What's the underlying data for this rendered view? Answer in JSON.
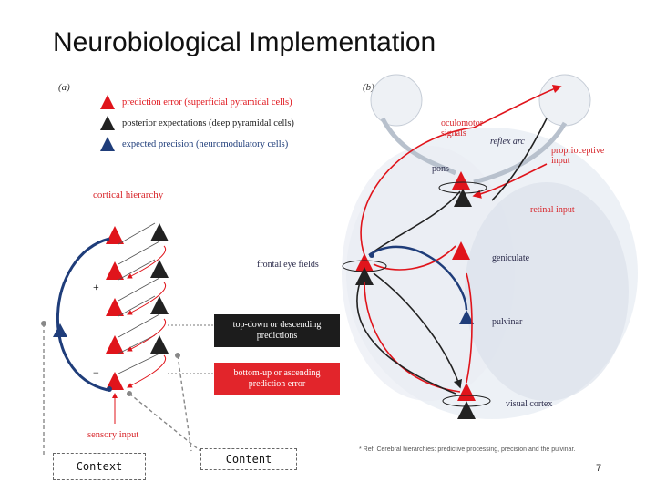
{
  "title": "Neurobiological Implementation",
  "panel_a_label": "(a)",
  "panel_b_label": "(b)",
  "legend": [
    {
      "label": "prediction error (superficial pyramidal cells)",
      "color": "#e0141b"
    },
    {
      "label": "posterior expectations (deep pyramidal cells)",
      "color": "#222222"
    },
    {
      "label": "expected precision (neuromodulatory cells)",
      "color": "#1f3d7a"
    }
  ],
  "cortical_hierarchy_label": "cortical hierarchy",
  "sensory_input_label": "sensory input",
  "plus_sign": "+",
  "minus_sign": "−",
  "top_down_box": "top-down or descending predictions",
  "bottom_up_box": "bottom-up or ascending prediction error",
  "brain_labels": {
    "oculomotor": "oculomotor signals",
    "reflex": "reflex arc",
    "proprioceptive": "proprioceptive input",
    "pons": "pons",
    "retinal": "retinal input",
    "frontal_eye_fields": "frontal eye fields",
    "geniculate": "geniculate",
    "pulvinar": "pulvinar",
    "visual_cortex": "visual cortex"
  },
  "context_box_1": "Context",
  "context_box_2": "Content",
  "reference": "* Ref: Cerebral hierarchies: predictive processing, precision and the pulvinar.",
  "page_number": "7"
}
